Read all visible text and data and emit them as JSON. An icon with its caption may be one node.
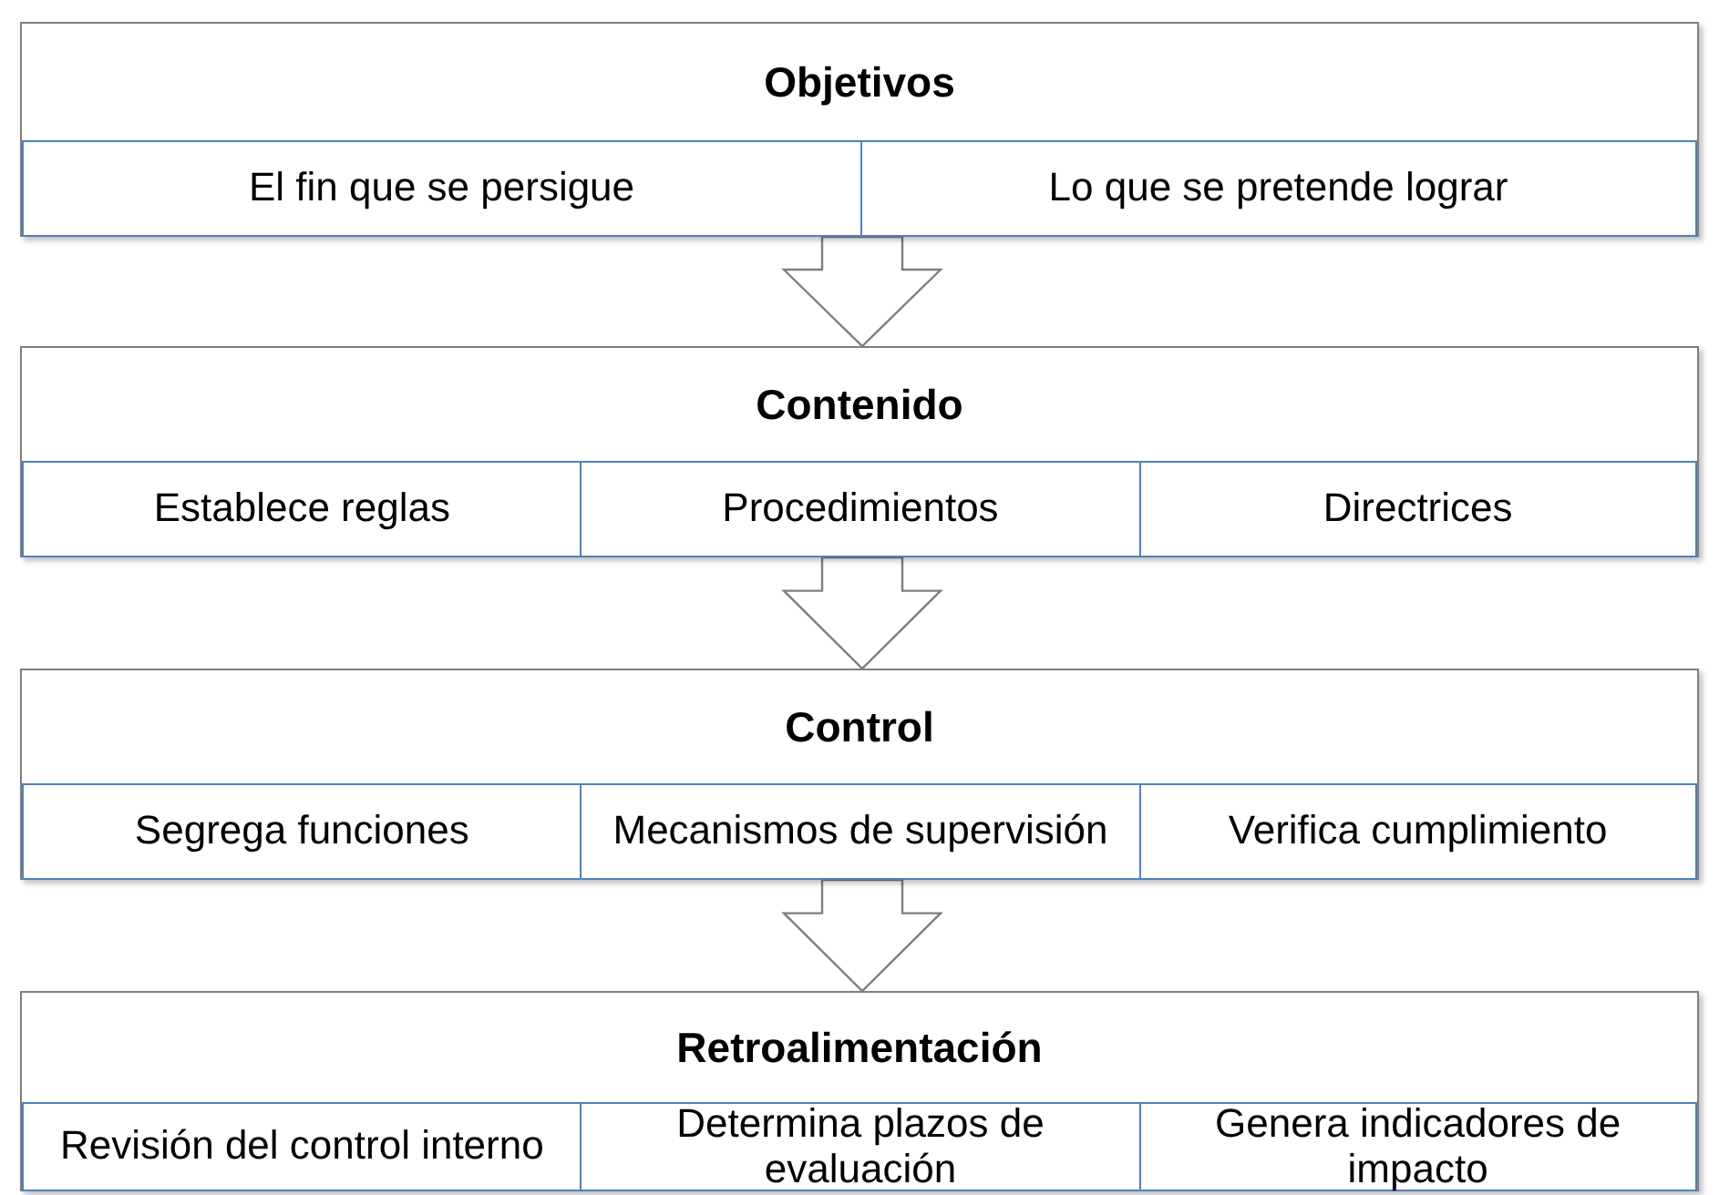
{
  "diagram": {
    "nodes": [
      {
        "text": [
          "Objetivos"
        ]
      },
      {
        "text": [
          "El fin que se persigue"
        ],
        "in": 0
      },
      {
        "text": [
          "Lo que se pretende lograr"
        ],
        "in": 0
      },
      {
        "text": [
          "Contenido"
        ]
      },
      {
        "text": [
          "Establece reglas"
        ],
        "in": 3
      },
      {
        "text": [
          "Procedimientos"
        ],
        "in": 3
      },
      {
        "text": [
          "Directrices"
        ],
        "in": 3
      },
      {
        "text": [
          "Control"
        ]
      },
      {
        "text": [
          "Segrega funciones"
        ],
        "in": 7
      },
      {
        "text": [
          "Mecanismos de supervisión"
        ],
        "in": 7
      },
      {
        "text": [
          "Verifica cumplimiento"
        ],
        "in": 7
      },
      {
        "text": [
          "Retroalimentación"
        ]
      },
      {
        "text": [
          "Revisión del control interno"
        ],
        "in": 11
      },
      {
        "text": [
          "Determina plazos de evaluación"
        ],
        "in": 11
      },
      {
        "text": [
          "Genera indicadores de impacto"
        ],
        "in": 11
      }
    ],
    "edges": [
      {
        "from": 0,
        "to": 3,
        "arrow": "to"
      },
      {
        "from": 3,
        "to": 7,
        "arrow": "to"
      },
      {
        "from": 7,
        "to": 11,
        "arrow": "to"
      }
    ]
  }
}
